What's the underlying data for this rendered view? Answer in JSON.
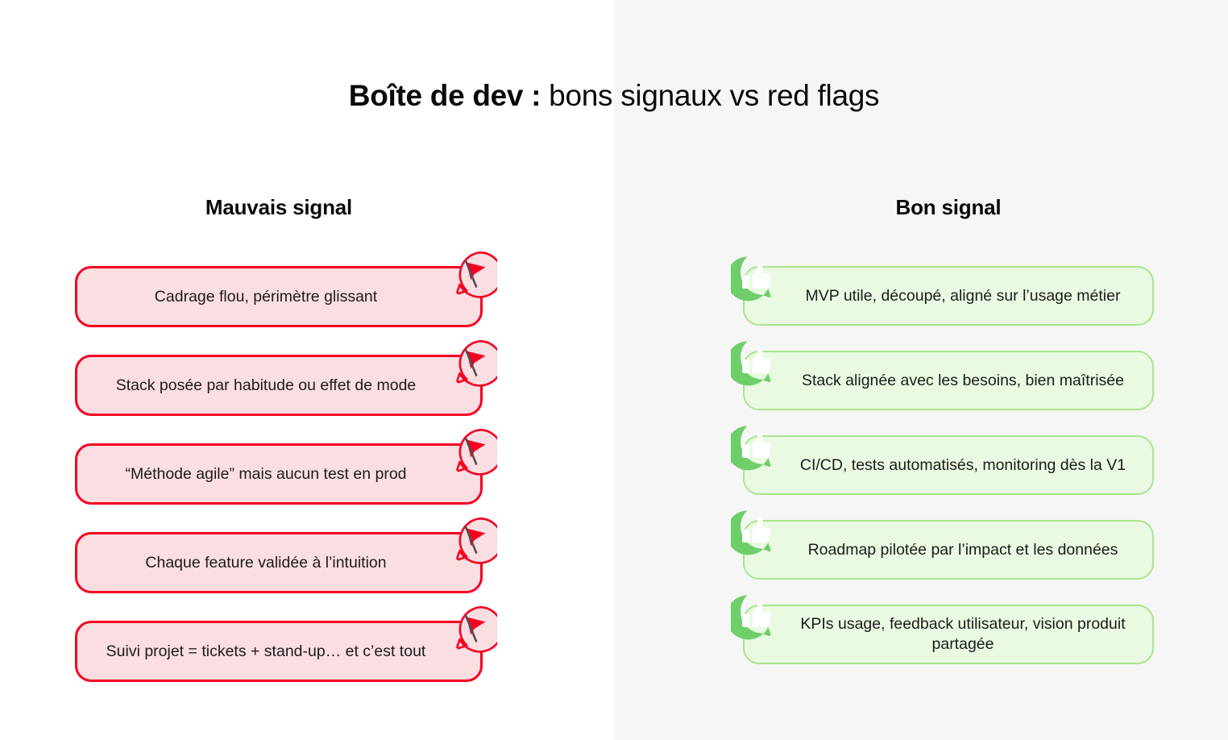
{
  "title": {
    "strong": "Boîte de dev :",
    "rest": " bons signaux vs red flags"
  },
  "columns": {
    "bad": {
      "heading": "Mauvais signal",
      "icon": "red-flag-icon",
      "card_fill": "#fadee1",
      "card_border": "#f50021",
      "badge_fill": "#fadee1",
      "badge_border": "#f50021",
      "flag_color": "#f50021",
      "pole_color": "#4f4f4f",
      "items": [
        {
          "text": "Cadrage flou, périmètre glissant"
        },
        {
          "text": "Stack posée par habitude ou effet de mode"
        },
        {
          "text": "“Méthode agile” mais aucun test en prod"
        },
        {
          "text": "Chaque feature validée à l’intuition"
        },
        {
          "text": "Suivi projet = tickets + stand-up… et c’est tout"
        }
      ]
    },
    "good": {
      "heading": "Bon signal",
      "icon": "thumbs-up-icon",
      "card_fill": "#e9f9e2",
      "card_border": "#a9e58c",
      "badge_fill": "#6ece6a",
      "thumb_color": "#ffffff",
      "items": [
        {
          "text": "MVP utile, découpé, aligné sur l’usage métier"
        },
        {
          "text": "Stack alignée avec les besoins, bien maîtrisée"
        },
        {
          "text": "CI/CD, tests automatisés, monitoring dès la V1"
        },
        {
          "text": "Roadmap pilotée par l’impact et les données"
        },
        {
          "text": "KPIs usage, feedback utilisateur, vision produit partagée"
        }
      ]
    }
  },
  "background": {
    "left_color": "#ffffff",
    "right_color": "#f6f6f6"
  }
}
